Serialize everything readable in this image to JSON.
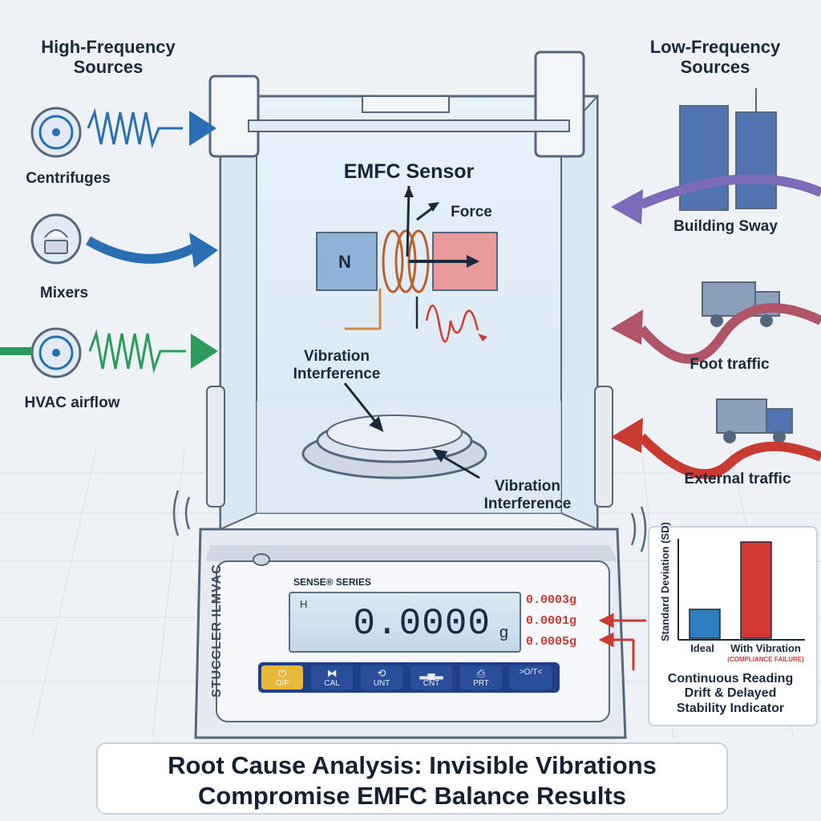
{
  "left_panel": {
    "heading": "High-Frequency\nSources",
    "sources": [
      {
        "label": "Centrifuges",
        "icon": "centrifuge-fan-icon"
      },
      {
        "label": "Mixers",
        "icon": "mixer-icon"
      },
      {
        "label": "HVAC airflow",
        "icon": "hvac-fan-icon"
      }
    ]
  },
  "right_panel": {
    "heading": "Low-Frequency\nSources",
    "sources": [
      {
        "label": "Building Sway",
        "icon": "buildings-icon"
      },
      {
        "label": "Foot traffic",
        "icon": "truck-icon"
      },
      {
        "label": "External traffic",
        "icon": "moving-truck-icon"
      }
    ]
  },
  "sensor": {
    "title": "EMFC Sensor",
    "force_label": "Force",
    "magnet_label": "N"
  },
  "interference": {
    "upper_label": "Vibration\nInterference",
    "lower_label": "Vibration\nInterference"
  },
  "balance": {
    "series_label": "SENSE® SERIES",
    "brand_text": "STUCCLER ILMVAC",
    "display": {
      "mode": "H",
      "value": "0.0000",
      "unit": "g"
    },
    "drift_readings": [
      "0.0003g",
      "0.0001g",
      "0.0005g"
    ],
    "keys": [
      {
        "icon": "⏻",
        "label": "O/F"
      },
      {
        "icon": "⧓",
        "label": "CAL"
      },
      {
        "icon": "⟲",
        "label": "UNT"
      },
      {
        "icon": "▂▄▂",
        "label": "CNT"
      },
      {
        "icon": "⎙",
        "label": "PRT"
      },
      {
        "icon": "",
        "label": ">O/T<"
      }
    ]
  },
  "chart_data": {
    "type": "bar",
    "ylabel": "Standard Deviation (SD)",
    "categories": [
      "Ideal",
      "With Vibration"
    ],
    "values": [
      0.3,
      1.0
    ],
    "colors": [
      "#2f7fc0",
      "#d13a33"
    ],
    "annotation": "(COMPLIANCE FAILURE)"
  },
  "chart_note": "Continuous Reading\nDrift & Delayed\nStability Indicator",
  "footer": {
    "title": "Root Cause Analysis: Invisible Vibrations\nCompromise EMFC Balance Results"
  },
  "colors": {
    "blue_wave": "#2a6fb4",
    "green_wave": "#2e9a5a",
    "purple_wave": "#7b6bb8",
    "red_wave": "#c93a32",
    "accent_red": "#d13a33"
  }
}
